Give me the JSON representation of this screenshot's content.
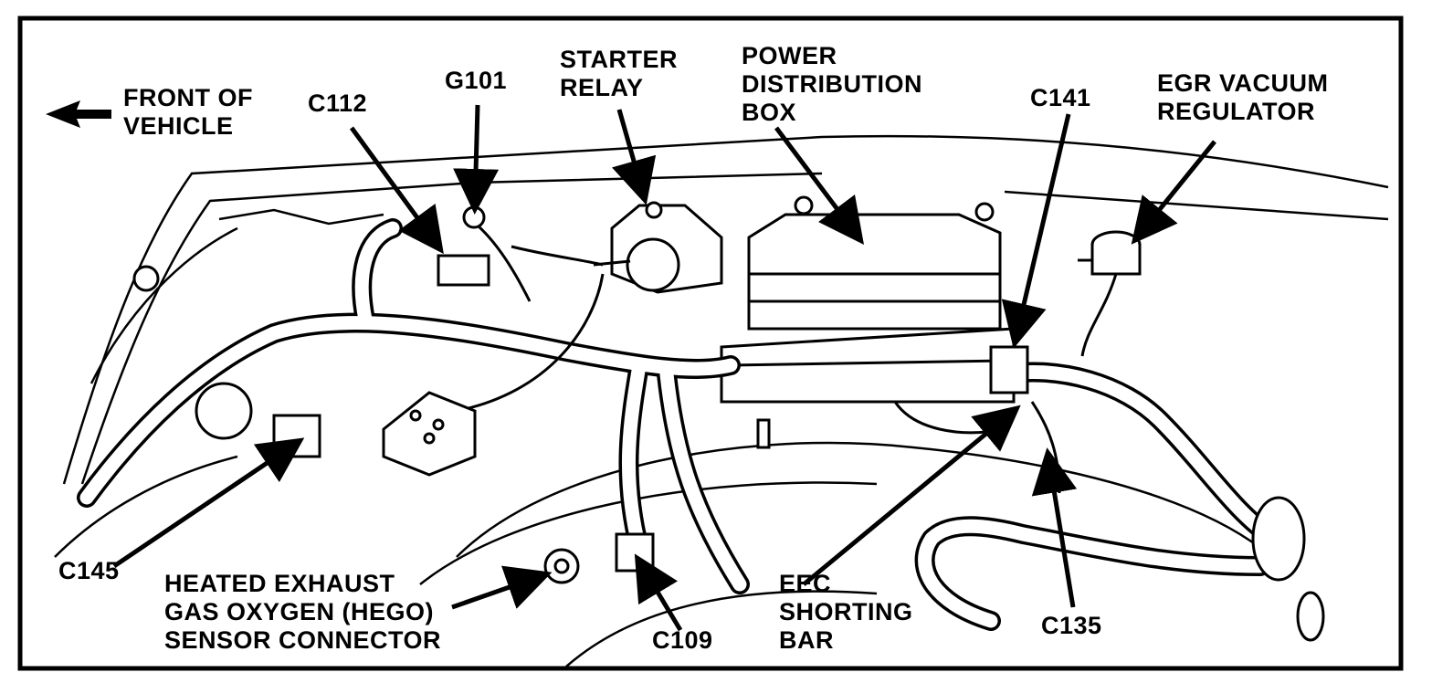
{
  "colors": {
    "ink": "#000000",
    "paper": "#ffffff"
  },
  "labels": {
    "front_of_vehicle": [
      "FRONT OF",
      "VEHICLE"
    ],
    "c112": "C112",
    "g101": "G101",
    "starter_relay": [
      "STARTER",
      "RELAY"
    ],
    "power_distribution_box": [
      "POWER",
      "DISTRIBUTION",
      "BOX"
    ],
    "c141": "C141",
    "egr_vacuum_regulator": [
      "EGR VACUUM",
      "REGULATOR"
    ],
    "c145": "C145",
    "hego_sensor_connector": [
      "HEATED EXHAUST",
      "GAS OXYGEN (HEGO)",
      "SENSOR CONNECTOR"
    ],
    "c109": "C109",
    "eec_shorting_bar": [
      "EEC",
      "SHORTING",
      "BAR"
    ],
    "c135": "C135"
  }
}
